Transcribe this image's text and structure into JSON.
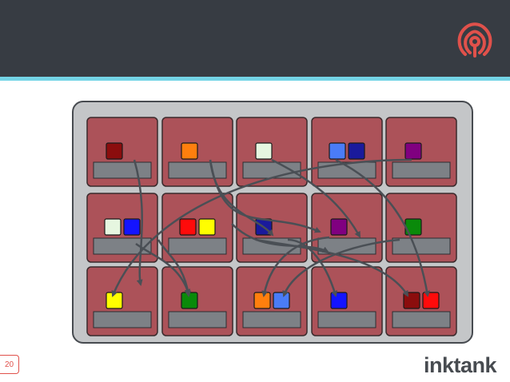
{
  "slide": {
    "page_number": "20",
    "brand_text": "inktank"
  },
  "colors": {
    "header_bg": "#373c43",
    "header_accent": "#74d4e6",
    "rack_bg": "#c4c6c8",
    "node_fill": "#ac5259",
    "disk_fill": "#7d8186",
    "arrow": "#4a4f55",
    "logo": "#e0514b",
    "brand": "#474b50"
  },
  "icons": {
    "logo": "ceph-octopus-icon"
  },
  "nodes": [
    {
      "id": "r1c1",
      "objects": [
        "#8b0d0d"
      ]
    },
    {
      "id": "r1c2",
      "objects": [
        "#ff7f0e"
      ]
    },
    {
      "id": "r1c3",
      "objects": [
        "#e6f6e0"
      ]
    },
    {
      "id": "r1c4",
      "objects": [
        "#4a7cf7",
        "#1a1a9c"
      ]
    },
    {
      "id": "r1c5",
      "objects": [
        "#800080"
      ]
    },
    {
      "id": "r2c1",
      "objects": [
        "#e6f6e0",
        "#1414ff"
      ]
    },
    {
      "id": "r2c2",
      "objects": [
        "#ff0b0b",
        "#fffe00"
      ]
    },
    {
      "id": "r2c3",
      "objects": [
        "#1a1a9c"
      ]
    },
    {
      "id": "r2c4",
      "objects": [
        "#800080"
      ]
    },
    {
      "id": "r2c5",
      "objects": [
        "#0a8a0a"
      ]
    },
    {
      "id": "r3c1",
      "objects": [
        "#fffe00"
      ]
    },
    {
      "id": "r3c2",
      "objects": [
        "#0a8a0a"
      ]
    },
    {
      "id": "r3c3",
      "objects": [
        "#ff7f0e",
        "#4a7cf7"
      ]
    },
    {
      "id": "r3c4",
      "objects": [
        "#1414ff"
      ]
    },
    {
      "id": "r3c5",
      "objects": [
        "#8b0d0d",
        "#ff0b0b"
      ]
    }
  ]
}
